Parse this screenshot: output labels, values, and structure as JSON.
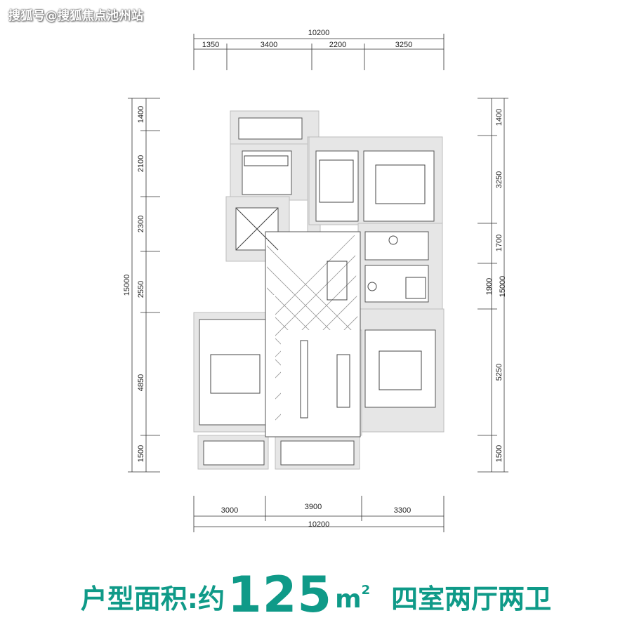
{
  "watermark": "搜狐号@搜狐焦点池州站",
  "dimensions": {
    "top_total": "10200",
    "top_segments": [
      "1350",
      "3400",
      "2200",
      "3250"
    ],
    "bottom_segments": [
      "3000",
      "3900",
      "3300"
    ],
    "bottom_total": "10200",
    "left_segments": [
      "1400",
      "2100",
      "2300",
      "2550",
      "4850",
      "1500"
    ],
    "left_total": "15000",
    "right_segments": [
      "1400",
      "3250",
      "1700",
      "1900",
      "5250",
      "1500"
    ],
    "right_total": "15000"
  },
  "caption": {
    "label": "户型面积:约",
    "area": "125",
    "unit": "m",
    "unit_sup": "2",
    "layout_type": "四室两厅两卫"
  },
  "colors": {
    "caption": "#0f9a88",
    "wall": "#e6e6e6",
    "floor": "#ffffff",
    "dim_line": "#333333"
  }
}
